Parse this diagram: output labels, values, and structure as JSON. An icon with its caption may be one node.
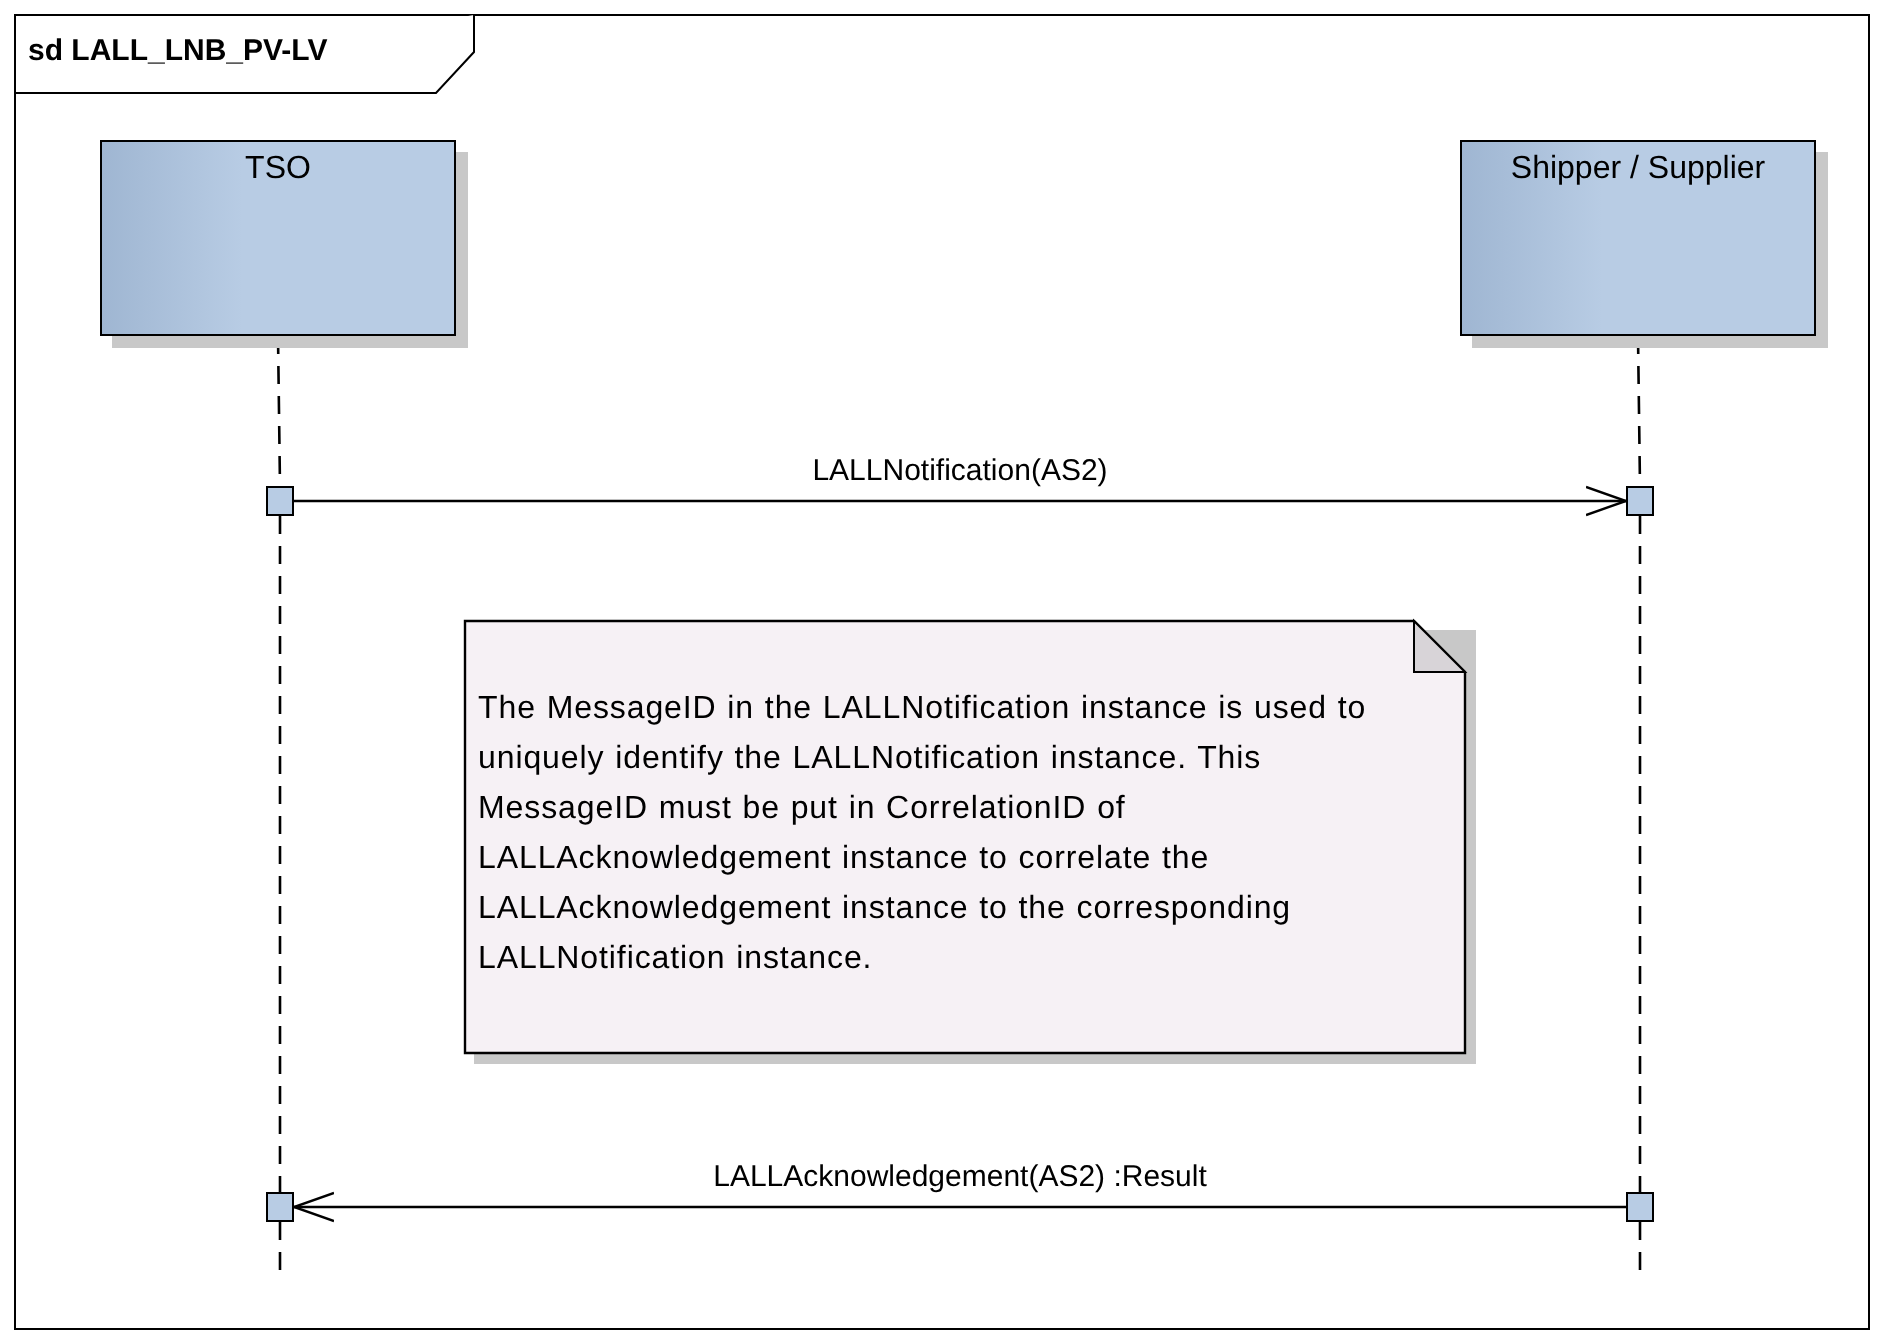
{
  "diagram": {
    "title": "sd LALL_LNB_PV-LV",
    "nodes": [
      {
        "text": [
          "TSO"
        ]
      },
      {
        "text": [
          "Shipper / Supplier"
        ]
      },
      {
        "text": [],
        "shape": "box"
      },
      {
        "text": [],
        "shape": "box"
      },
      {
        "text": [
          "The MessageID in the LALLNotification instance is used to uniquely identify the LALLNotification instance. This MessageID must be put in CorrelationID of LALLAcknowledgement instance to correlate the LALLAcknowledgement instance to the corresponding LALLNotification instance."
        ]
      },
      {
        "text": [],
        "shape": "box"
      },
      {
        "text": [],
        "shape": "box"
      }
    ],
    "edges": [
      {
        "from": 0,
        "to": 2,
        "arrow": "none",
        "style": "dashed"
      },
      {
        "from": 1,
        "to": 3,
        "arrow": "none",
        "style": "dashed"
      },
      {
        "from": 2,
        "to": 3,
        "arrow": "to",
        "label": "LALLNotification(AS2)"
      },
      {
        "from": 2,
        "to": 5,
        "arrow": "none",
        "style": "dashed"
      },
      {
        "from": 3,
        "to": 6,
        "arrow": "none",
        "style": "dashed"
      },
      {
        "from": 6,
        "to": 5,
        "arrow": "to",
        "label": "LALLAcknowledgement(AS2) :Result"
      },
      {
        "from": 5,
        "to": null,
        "arrow": "none",
        "style": "dashed"
      },
      {
        "from": 6,
        "to": null,
        "arrow": "none",
        "style": "dashed"
      }
    ]
  }
}
